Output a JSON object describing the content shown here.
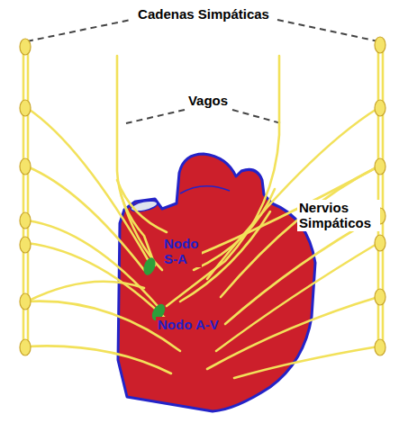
{
  "diagram": {
    "labels": [
      "Cadenas Simpáticas",
      "Vagos",
      "Nodo S-A",
      "Nervios Simpáticos",
      "Nodo A-V"
    ]
  }
}
